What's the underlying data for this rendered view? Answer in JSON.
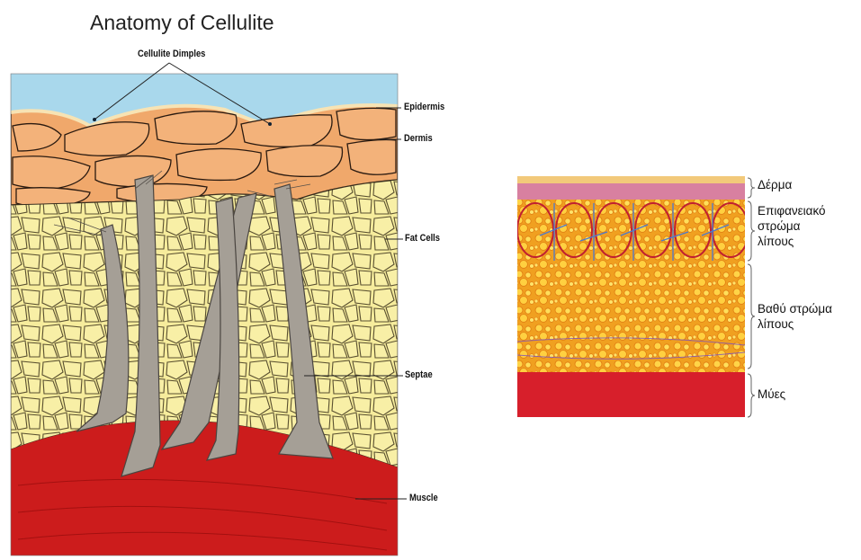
{
  "left_diagram": {
    "title": "Anatomy of Cellulite",
    "labels": {
      "dimples": "Cellulite Dimples",
      "epidermis": "Epidermis",
      "dermis": "Dermis",
      "fat_cells": "Fat Cells",
      "septae": "Septae",
      "muscle": "Muscle"
    }
  },
  "right_diagram": {
    "labels": {
      "skin": "Δέρμα",
      "superficial_fat_1": "Επιφανειακό",
      "superficial_fat_2": "στρώμα",
      "superficial_fat_3": "λίπους",
      "deep_fat_1": "Βαθύ στρώμα",
      "deep_fat_2": "λίπους",
      "muscle": "Μύες"
    }
  },
  "colors": {
    "sky": "#a9d8ec",
    "skin_band": "#f0a86b",
    "fat": "#f6ec9c",
    "muscle": "#cc1c1c",
    "septae": "#a59f96",
    "right_dermis": "#d880a0",
    "right_fat": "#f3a41e",
    "right_muscle": "#d71f2b"
  }
}
